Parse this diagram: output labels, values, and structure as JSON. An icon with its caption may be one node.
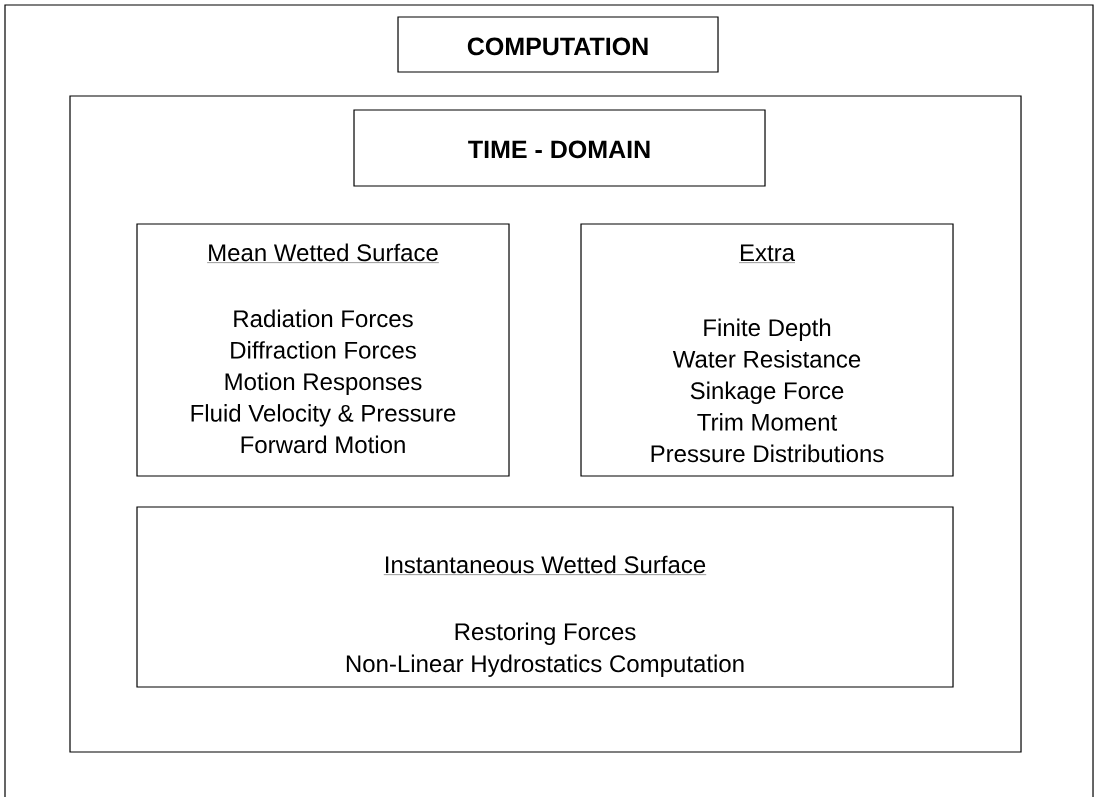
{
  "diagram": {
    "nodes": [
      {
        "text": [],
        "shape": "box"
      },
      {
        "text": [
          "COMPUTATION"
        ],
        "in": 0
      },
      {
        "text": [],
        "shape": "box",
        "in": 0
      },
      {
        "text": [
          "TIME - DOMAIN"
        ],
        "in": 2
      },
      {
        "text": [
          "Mean Wetted Surface",
          "Radiation Forces",
          "Diffraction Forces",
          "Motion Responses",
          "Fluid Velocity & Pressure",
          "Forward Motion"
        ],
        "in": 2
      },
      {
        "text": [
          "Extra",
          "Finite Depth",
          "Water Resistance",
          "Sinkage Force",
          "Trim Moment",
          "Pressure Distributions"
        ],
        "in": 2
      },
      {
        "text": [
          "Instantaneous Wetted Surface",
          "Restoring Forces",
          "Non-Linear Hydrostatics Computation"
        ],
        "in": 2
      }
    ]
  }
}
